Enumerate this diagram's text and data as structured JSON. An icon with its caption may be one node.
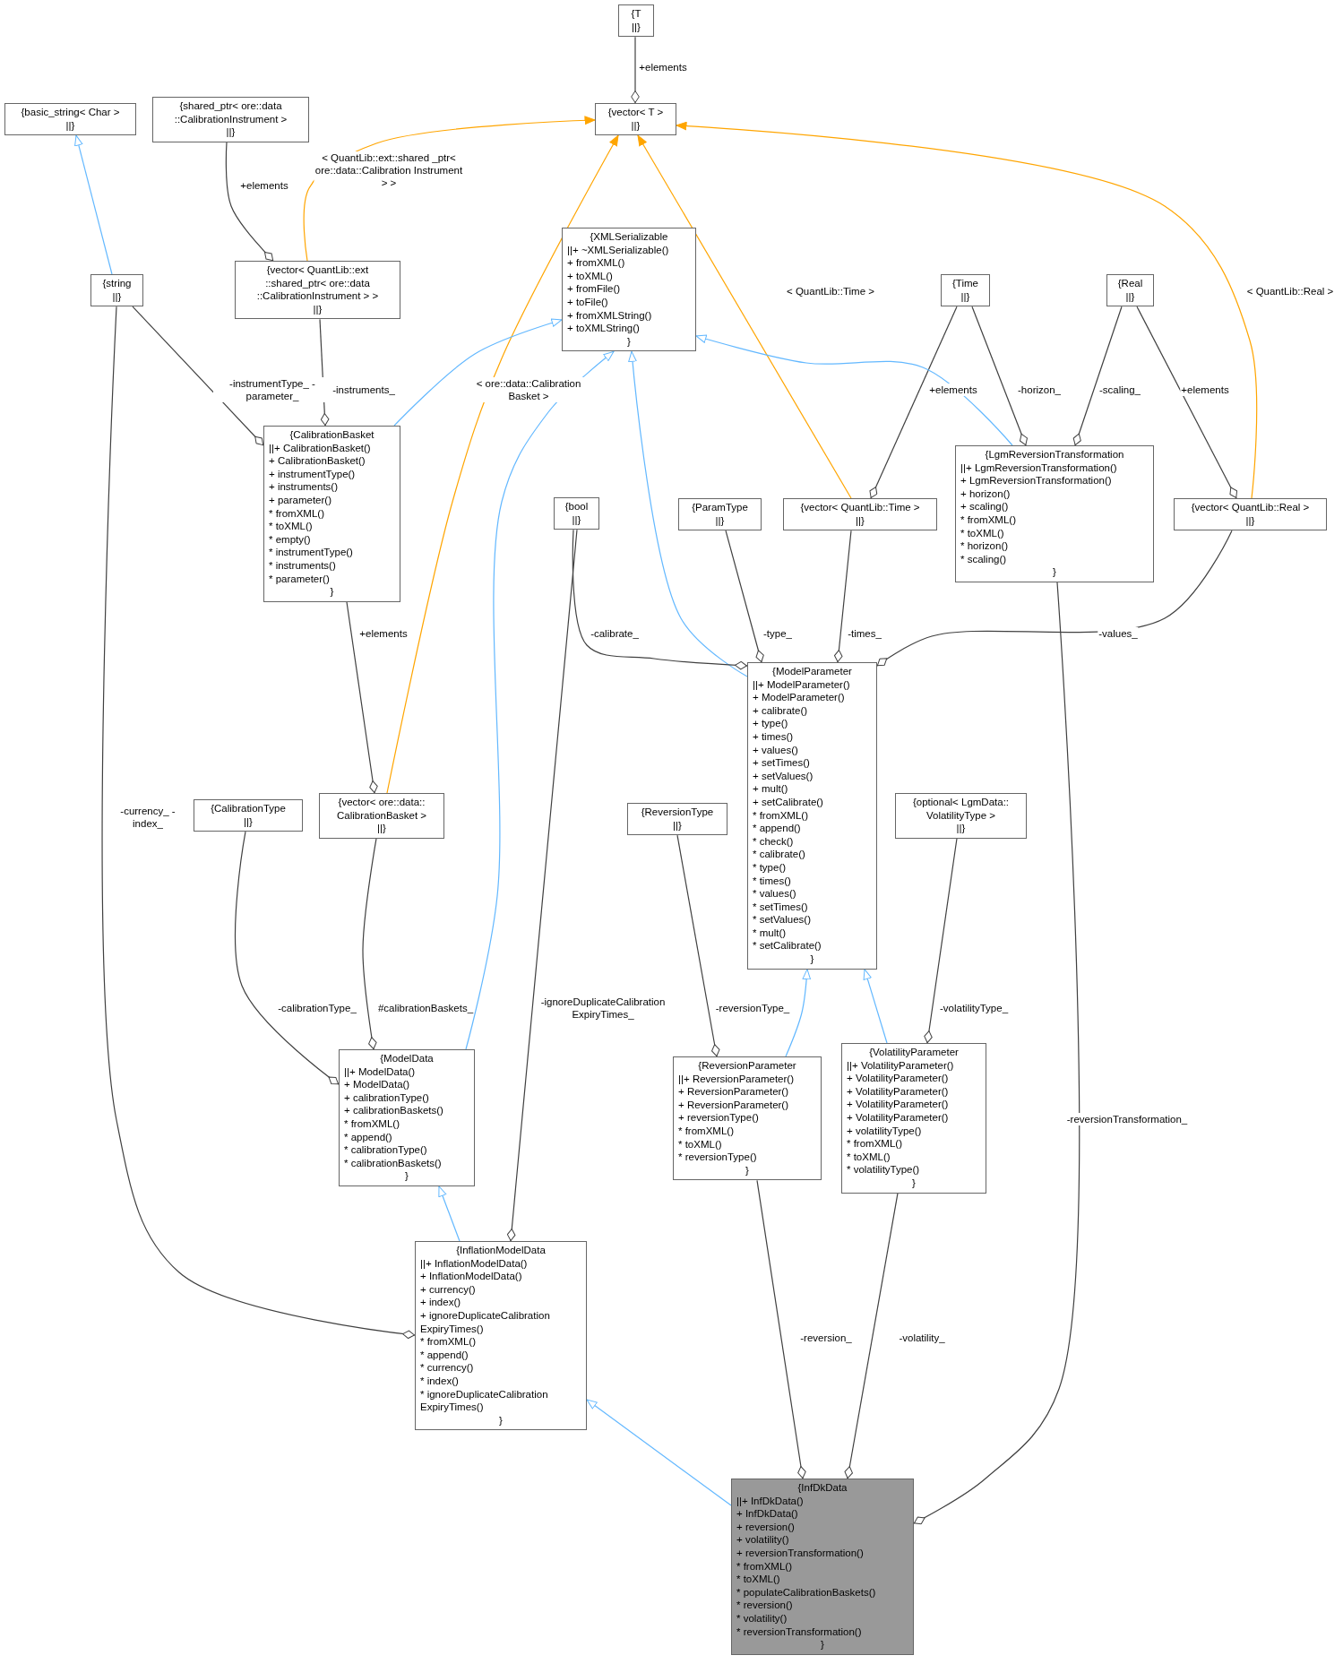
{
  "diagram": {
    "nodes": [
      {
        "text": [
          "{T",
          "||}"
        ]
      },
      {
        "text": [
          "{vector< T >",
          "||}"
        ]
      },
      {
        "text": [
          "{basic_string< Char >",
          "||}"
        ]
      },
      {
        "text": [
          "{shared_ptr< ore::data ::CalibrationInstrument >",
          "||}"
        ]
      },
      {
        "text": [
          "{string",
          "||}"
        ]
      },
      {
        "text": [
          "{vector< QuantLib::ext ::shared_ptr< ore::data ::CalibrationInstrument > >",
          "||}"
        ]
      },
      {
        "text": [
          "{XMLSerializable",
          "||+ ~XMLSerializable()",
          "+ fromXML()",
          "+ toXML()",
          "+ fromFile()",
          "+ toFile()",
          "+ fromXMLString()",
          "+ toXMLString()",
          "}"
        ]
      },
      {
        "text": [
          "{Time",
          "||}"
        ]
      },
      {
        "text": [
          "{Real",
          "||}"
        ]
      },
      {
        "text": [
          "{CalibrationBasket",
          "||+ CalibrationBasket()",
          "+ CalibrationBasket()",
          "+ instrumentType()",
          "+ instruments()",
          "+ parameter()",
          "* fromXML()",
          "* toXML()",
          "* empty()",
          "* instrumentType()",
          "* instruments()",
          "* parameter()",
          "}"
        ]
      },
      {
        "text": [
          "{bool",
          "||}"
        ]
      },
      {
        "text": [
          "{ParamType",
          "||}"
        ]
      },
      {
        "text": [
          "{vector< QuantLib::Time >",
          "||}"
        ]
      },
      {
        "text": [
          "{LgmReversionTransformation",
          "||+ LgmReversionTransformation()",
          "+ LgmReversionTransformation()",
          "+ horizon()",
          "+ scaling()",
          "* fromXML()",
          "* toXML()",
          "* horizon()",
          "* scaling()",
          "}"
        ]
      },
      {
        "text": [
          "{vector< QuantLib::Real >",
          "||}"
        ]
      },
      {
        "text": [
          "{ModelParameter",
          "||+ ModelParameter()",
          "+ ModelParameter()",
          "+ calibrate()",
          "+ type()",
          "+ times()",
          "+ values()",
          "+ setTimes()",
          "+ setValues()",
          "+ mult()",
          "+ setCalibrate()",
          "* fromXML()",
          "* append()",
          "* check()",
          "* calibrate()",
          "* type()",
          "* times()",
          "* values()",
          "* setTimes()",
          "* setValues()",
          "* mult()",
          "* setCalibrate()",
          "}"
        ]
      },
      {
        "text": [
          "{CalibrationType",
          "||}"
        ]
      },
      {
        "text": [
          "{vector< ore::data:: CalibrationBasket >",
          "||}"
        ]
      },
      {
        "text": [
          "{ReversionType",
          "||}"
        ]
      },
      {
        "text": [
          "{optional< LgmData:: VolatilityType >",
          "||}"
        ]
      },
      {
        "text": [
          "{ModelData",
          "||+ ModelData()",
          "+ ModelData()",
          "+ calibrationType()",
          "+ calibrationBaskets()",
          "* fromXML()",
          "* append()",
          "* calibrationType()",
          "* calibrationBaskets()",
          "}"
        ]
      },
      {
        "text": [
          "{ReversionParameter",
          "||+ ReversionParameter()",
          "+ ReversionParameter()",
          "+ ReversionParameter()",
          "+ reversionType()",
          "* fromXML()",
          "* toXML()",
          "* reversionType()",
          "}"
        ]
      },
      {
        "text": [
          "{VolatilityParameter",
          "||+ VolatilityParameter()",
          "+ VolatilityParameter()",
          "+ VolatilityParameter()",
          "+ VolatilityParameter()",
          "+ VolatilityParameter()",
          "+ volatilityType()",
          "* fromXML()",
          "* toXML()",
          "* volatilityType()",
          "}"
        ]
      },
      {
        "text": [
          "{InflationModelData",
          "||+ InflationModelData()",
          "+ InflationModelData()",
          "+ currency()",
          "+ index()",
          "+ ignoreDuplicateCalibration ExpiryTimes()",
          "* fromXML()",
          "* append()",
          "* currency()",
          "* index()",
          "* ignoreDuplicateCalibration ExpiryTimes()",
          "}"
        ]
      },
      {
        "text": [
          "{InfDkData",
          "||+ InfDkData()",
          "+ InfDkData()",
          "+ reversion()",
          "+ volatility()",
          "+ reversionTransformation()",
          "* fromXML()",
          "* toXML()",
          "* populateCalibrationBaskets()",
          "* reversion()",
          "* volatility()",
          "* reversionTransformation()",
          "}"
        ]
      }
    ],
    "edges": [
      {
        "from": 0,
        "to": 1,
        "arrow": "other",
        "label": "+elements"
      },
      {
        "from": 5,
        "to": 1,
        "arrow": "to",
        "label": "< QuantLib::ext::shared _ptr< ore::data::Calibration Instrument > >",
        "color": "#ffa500"
      },
      {
        "from": 17,
        "to": 1,
        "arrow": "to",
        "label": "< ore::data::Calibration Basket >",
        "color": "#ffa500"
      },
      {
        "from": 12,
        "to": 1,
        "arrow": "to",
        "label": "< QuantLib::Time >",
        "color": "#ffa500"
      },
      {
        "from": 14,
        "to": 1,
        "arrow": "to",
        "label": "< QuantLib::Real >",
        "color": "#ffa500"
      },
      {
        "from": 4,
        "to": 2,
        "arrow": "to",
        "color": "#63b8ff"
      },
      {
        "from": 3,
        "to": 5,
        "arrow": "other",
        "label": "+elements"
      },
      {
        "from": 4,
        "to": 9,
        "arrow": "other",
        "label": "-instrumentType_ -parameter_"
      },
      {
        "from": 5,
        "to": 9,
        "arrow": "other",
        "label": "-instruments_"
      },
      {
        "from": 9,
        "to": 6,
        "arrow": "to",
        "color": "#63b8ff"
      },
      {
        "from": 7,
        "to": 12,
        "arrow": "other",
        "label": "+elements"
      },
      {
        "from": 7,
        "to": 13,
        "arrow": "other",
        "label": "-horizon_"
      },
      {
        "from": 8,
        "to": 13,
        "arrow": "other",
        "label": "-scaling_"
      },
      {
        "from": 8,
        "to": 14,
        "arrow": "other",
        "label": "+elements"
      },
      {
        "from": 13,
        "to": 6,
        "arrow": "to",
        "color": "#63b8ff"
      },
      {
        "from": 15,
        "to": 6,
        "arrow": "to",
        "color": "#63b8ff"
      },
      {
        "from": 20,
        "to": 6,
        "arrow": "to",
        "color": "#63b8ff"
      },
      {
        "from": 10,
        "to": 15,
        "arrow": "other",
        "label": "-calibrate_"
      },
      {
        "from": 11,
        "to": 15,
        "arrow": "other",
        "label": "-type_"
      },
      {
        "from": 12,
        "to": 15,
        "arrow": "other",
        "label": "-times_"
      },
      {
        "from": 14,
        "to": 15,
        "arrow": "other",
        "label": "-values_"
      },
      {
        "from": 9,
        "to": 17,
        "arrow": "other",
        "label": "+elements"
      },
      {
        "from": 16,
        "to": 20,
        "arrow": "other",
        "label": "-calibrationType_"
      },
      {
        "from": 17,
        "to": 20,
        "arrow": "other",
        "label": "#calibrationBaskets_"
      },
      {
        "from": 18,
        "to": 21,
        "arrow": "other",
        "label": "-reversionType_"
      },
      {
        "from": 19,
        "to": 22,
        "arrow": "other",
        "label": "-volatilityType_"
      },
      {
        "from": 21,
        "to": 15,
        "arrow": "to",
        "color": "#63b8ff"
      },
      {
        "from": 22,
        "to": 15,
        "arrow": "to",
        "color": "#63b8ff"
      },
      {
        "from": 23,
        "to": 20,
        "arrow": "to",
        "color": "#63b8ff"
      },
      {
        "from": 10,
        "to": 23,
        "arrow": "other",
        "label": "-ignoreDuplicateCalibration ExpiryTimes_"
      },
      {
        "from": 4,
        "to": 23,
        "arrow": "other",
        "label": "-currency_ -index_"
      },
      {
        "from": 21,
        "to": 24,
        "arrow": "other",
        "label": "-reversion_"
      },
      {
        "from": 22,
        "to": 24,
        "arrow": "other",
        "label": "-volatility_"
      },
      {
        "from": 13,
        "to": 24,
        "arrow": "other",
        "label": "-reversionTransformation_"
      },
      {
        "from": 24,
        "to": 23,
        "arrow": "to",
        "color": "#63b8ff"
      }
    ]
  }
}
